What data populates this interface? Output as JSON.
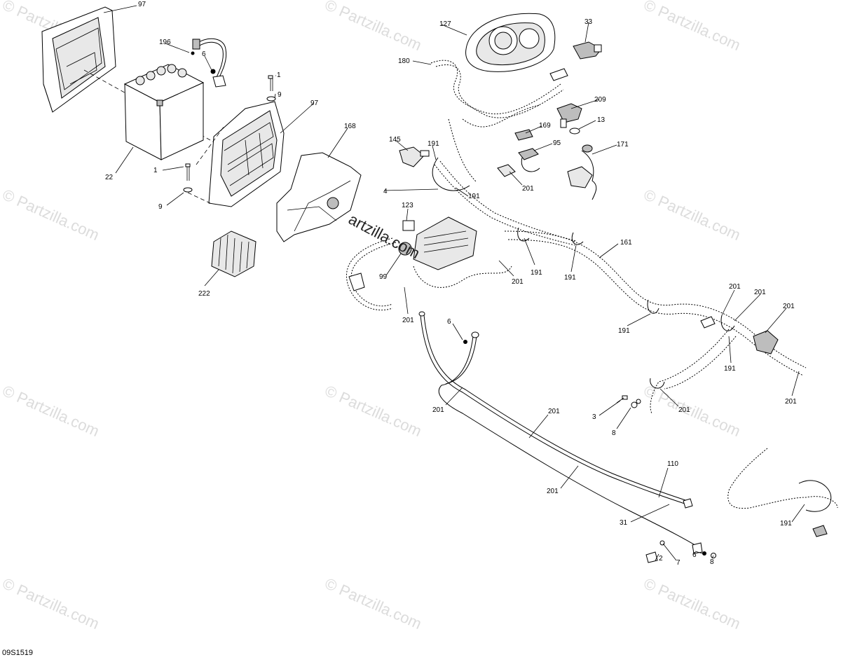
{
  "diagram": {
    "drawing_code": "09S1519",
    "center_watermark": "artzilla.com",
    "watermark_text": "© Partzilla.com",
    "callouts": [
      "97",
      "196",
      "6",
      "1",
      "9",
      "97",
      "22",
      "1",
      "9",
      "222",
      "168",
      "127",
      "180",
      "33",
      "209",
      "13",
      "169",
      "95",
      "171",
      "145",
      "191",
      "191",
      "201",
      "4",
      "123",
      "99",
      "201",
      "191",
      "191",
      "161",
      "201",
      "6",
      "201",
      "201",
      "201",
      "191",
      "201",
      "201",
      "201",
      "201",
      "191",
      "3",
      "8",
      "201",
      "110",
      "31",
      "2",
      "7",
      "6",
      "8",
      "191"
    ]
  }
}
